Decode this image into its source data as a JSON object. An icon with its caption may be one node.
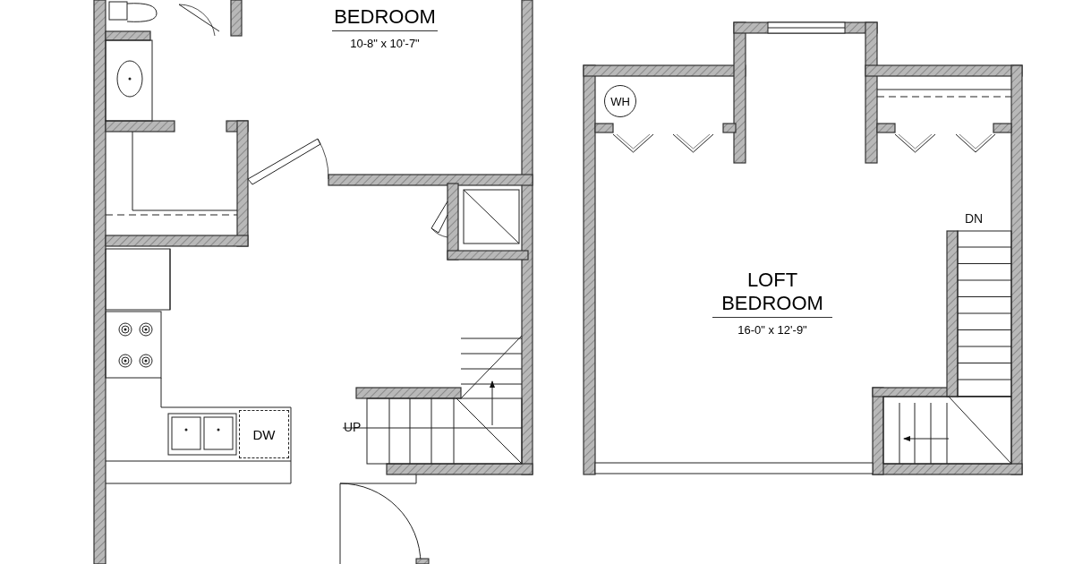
{
  "diagram": {
    "nodes": [
      {
        "text": [
          "BEDROOM",
          "10-8\" x 10'-7\""
        ]
      },
      {
        "text": [
          "LOFT BEDROOM",
          "16-0\" x 12'-9\""
        ]
      },
      {
        "text": [
          "WH"
        ]
      },
      {
        "text": [
          "DW"
        ]
      }
    ],
    "labels": [
      "UP",
      "DN"
    ]
  }
}
